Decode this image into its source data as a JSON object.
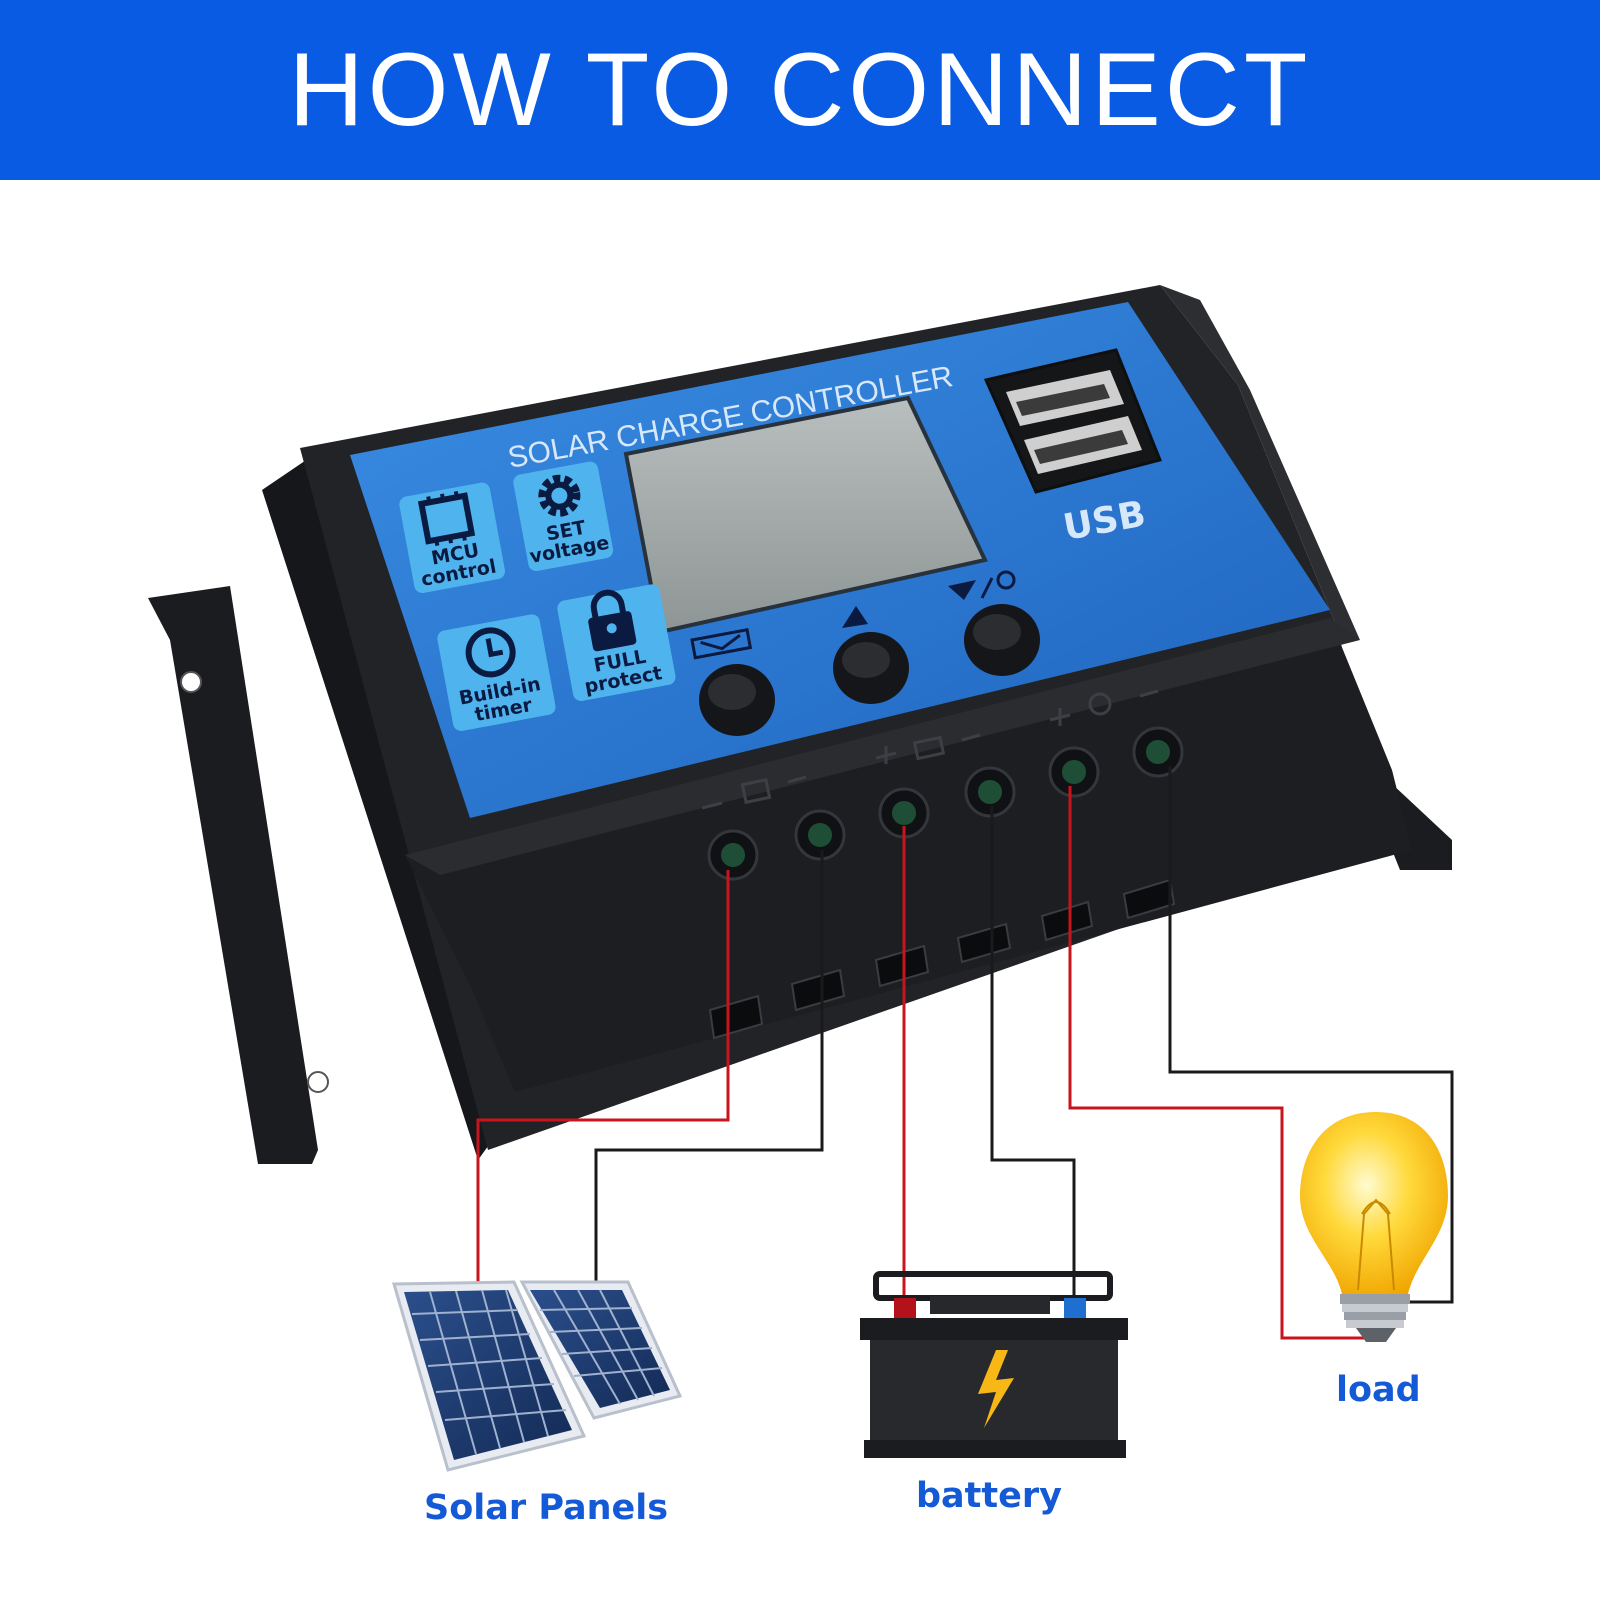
{
  "banner": {
    "title": "HOW TO CONNECT"
  },
  "controller": {
    "label": "SOLAR CHARGE CONTROLLER",
    "usb_label": "USB",
    "features": [
      {
        "icon": "chip-icon",
        "line1": "MCU",
        "line2": "control"
      },
      {
        "icon": "gear-icon",
        "line1": "SET",
        "line2": "voltage"
      },
      {
        "icon": "clock-icon",
        "line1": "Build-in",
        "line2": "timer"
      },
      {
        "icon": "lock-icon",
        "line1": "FULL",
        "line2": "protect"
      }
    ],
    "buttons": [
      "menu-button",
      "up-button",
      "down-light-button"
    ],
    "terminals": [
      "solar-positive",
      "solar-negative",
      "battery-positive",
      "battery-negative",
      "load-positive",
      "load-negative"
    ]
  },
  "captions": {
    "solar": "Solar Panels",
    "battery": "battery",
    "load": "load"
  },
  "colors": {
    "banner": "#0a5be3",
    "caption": "#1459d6",
    "panel": "#2f7bd6",
    "housing": "#1e1f22",
    "positive_wire": "#c8141c",
    "negative_wire": "#1a1a1a"
  }
}
